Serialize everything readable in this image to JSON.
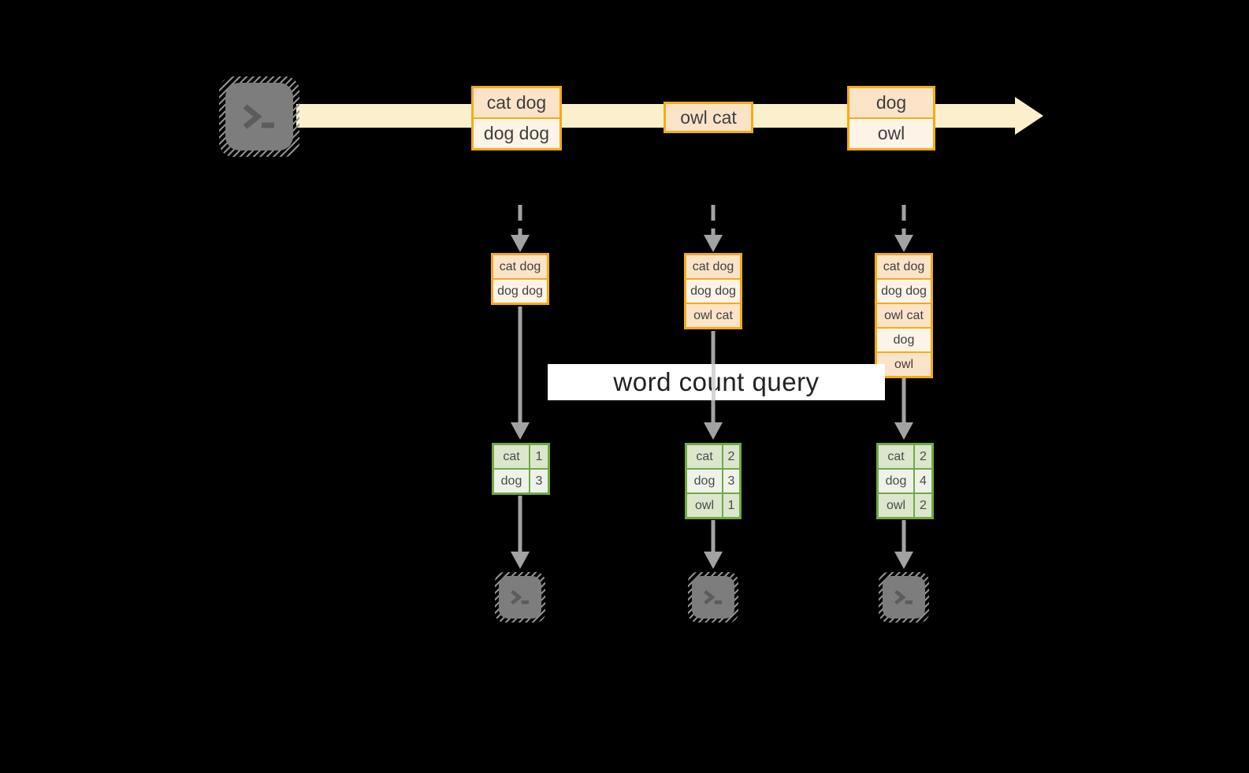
{
  "diagram": {
    "kind": "streaming word count pipeline",
    "query_label": "word count query"
  },
  "colors": {
    "background": "#000000",
    "stream_band": "#fcf0cc",
    "record_border": "#f2ac19",
    "record_fill_dark": "#fbe3c8",
    "record_fill_light": "#fdf3e6",
    "table_border": "#6faa46",
    "table_fill_dark": "#dbe7cd",
    "table_fill_light": "#eef3ea",
    "arrow": "#a2a2a2",
    "terminal": "#7d7d7d"
  },
  "stream_batches": [
    {
      "records": [
        "cat dog",
        "dog dog"
      ]
    },
    {
      "records": [
        "owl cat"
      ]
    },
    {
      "records": [
        "dog",
        "owl"
      ]
    }
  ],
  "pipelines": [
    {
      "buffer": [
        "cat dog",
        "dog dog"
      ],
      "counts": [
        {
          "word": "cat",
          "count": "1"
        },
        {
          "word": "dog",
          "count": "3"
        }
      ]
    },
    {
      "buffer": [
        "cat dog",
        "dog dog",
        "owl cat"
      ],
      "counts": [
        {
          "word": "cat",
          "count": "2"
        },
        {
          "word": "dog",
          "count": "3"
        },
        {
          "word": "owl",
          "count": "1"
        }
      ]
    },
    {
      "buffer": [
        "cat dog",
        "dog dog",
        "owl cat",
        "dog",
        "owl"
      ],
      "counts": [
        {
          "word": "cat",
          "count": "2"
        },
        {
          "word": "dog",
          "count": "4"
        },
        {
          "word": "owl",
          "count": "2"
        }
      ]
    }
  ]
}
